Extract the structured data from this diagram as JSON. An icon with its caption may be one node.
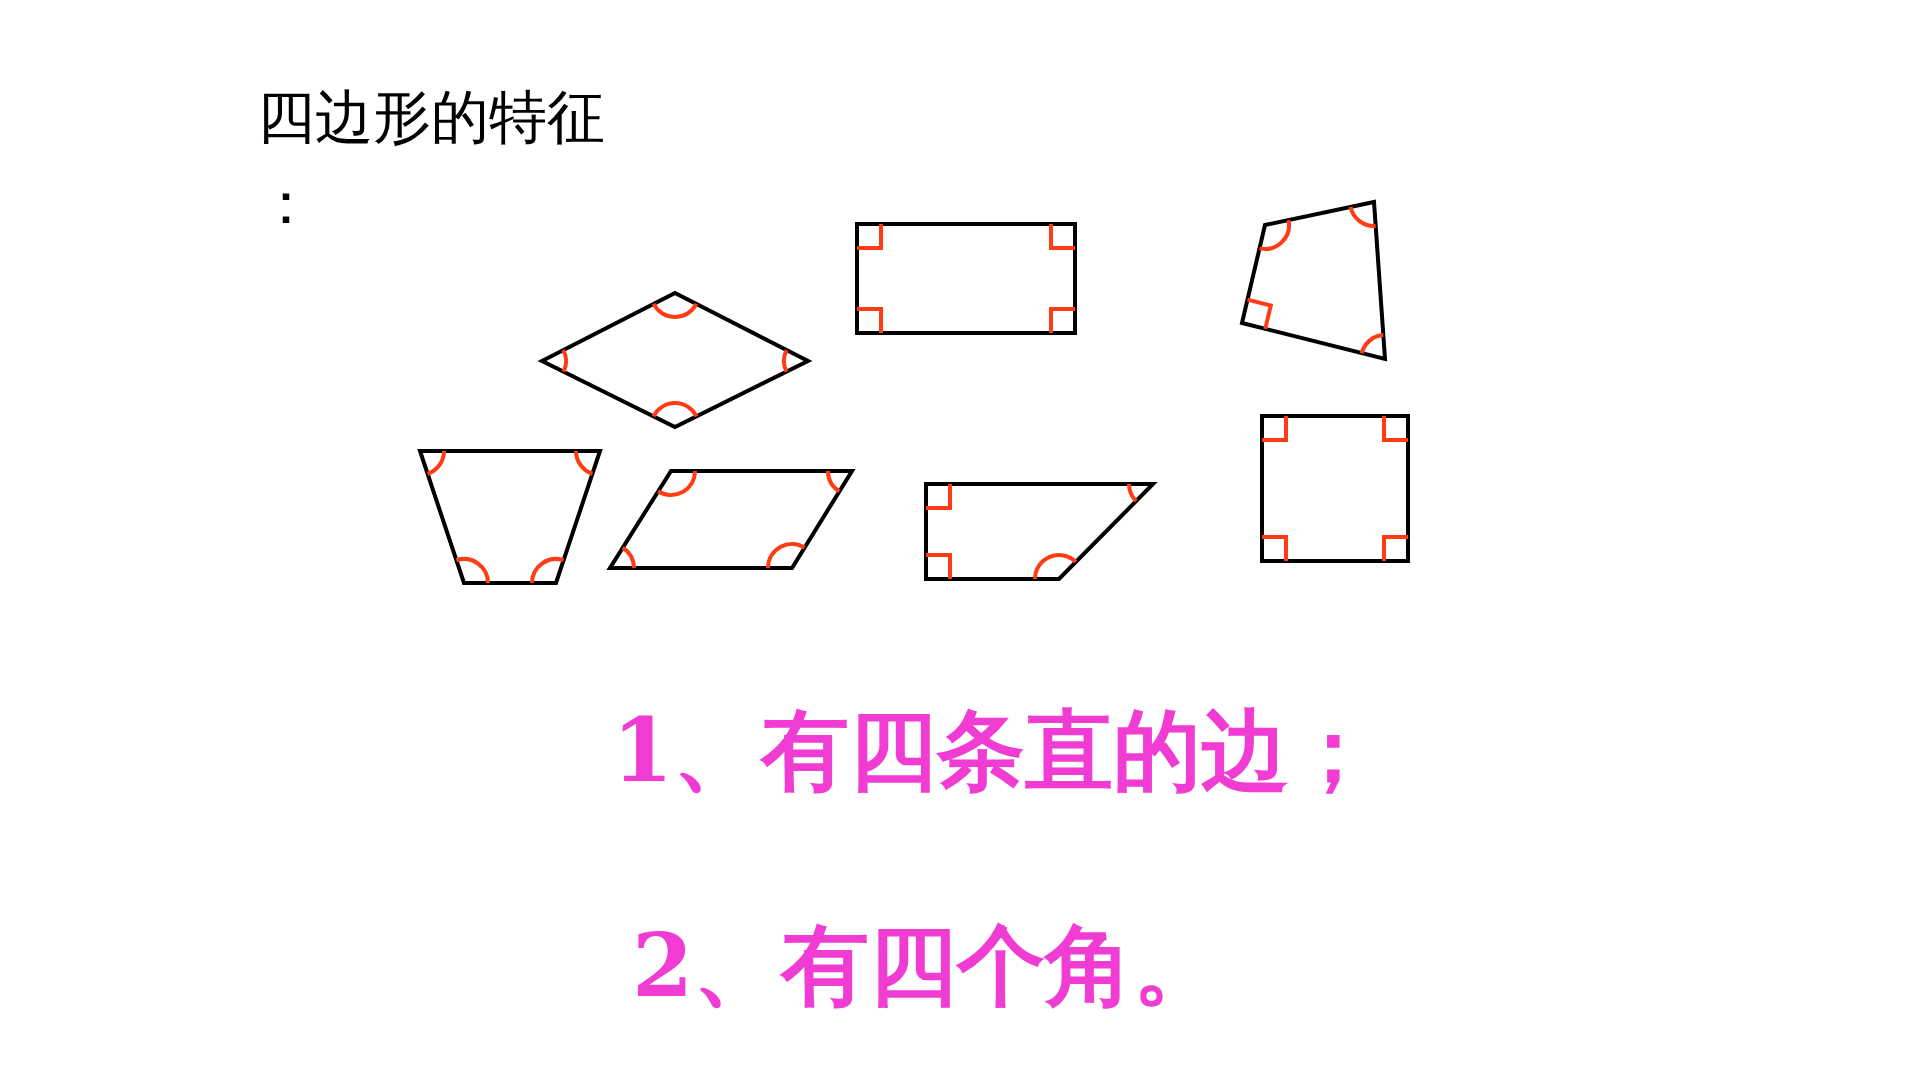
{
  "diagram": {
    "title": "四边形的特征：",
    "labels": [
      "1、有四条直的边；",
      "2、有四个角。"
    ]
  }
}
